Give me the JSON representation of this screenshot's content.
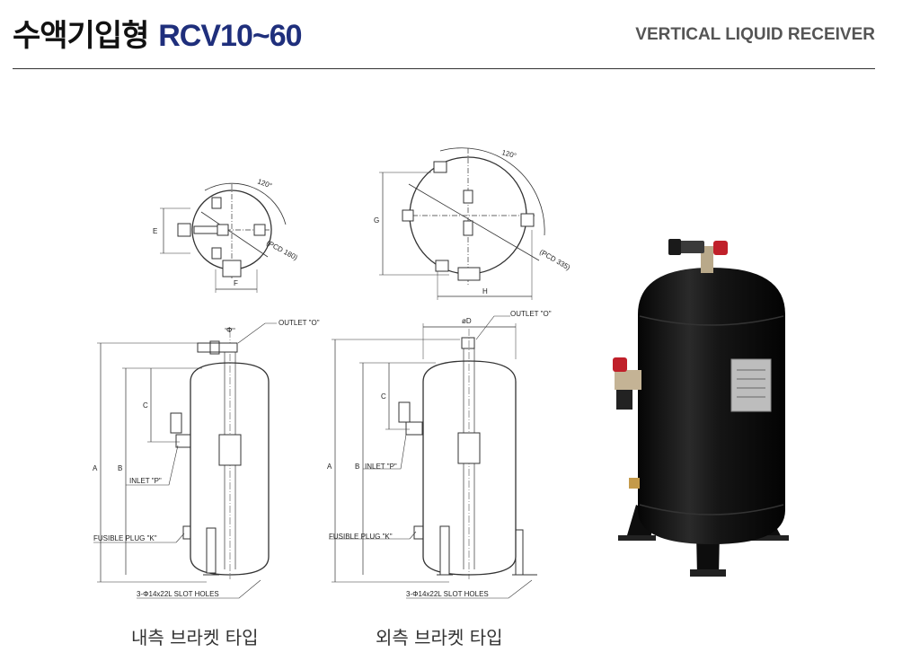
{
  "header": {
    "title_ko": "수액기입형",
    "title_model": "RCV10~60",
    "title_en": "VERTICAL LIQUID RECEIVER"
  },
  "inner_top": {
    "angle": "120°",
    "pcd": "(PCD 180)",
    "e": "E",
    "f": "F"
  },
  "outer_top": {
    "angle": "120°",
    "pcd": "(PCD 335)",
    "g": "G",
    "h": "H"
  },
  "inner_side": {
    "outlet": "OUTLET \"O\"",
    "inlet": "INLET \"P\"",
    "fusible": "FUSIBLE PLUG \"K\"",
    "slot": "3-Φ14x22L SLOT HOLES",
    "a": "A",
    "b": "B",
    "c": "C",
    "phi": "Φ"
  },
  "outer_side": {
    "outlet": "OUTLET \"O\"",
    "inlet": "INLET \"P\"",
    "fusible": "FUSIBLE PLUG \"K\"",
    "slot": "3-Φ14x22L SLOT HOLES",
    "a": "A",
    "b": "B",
    "c": "C",
    "od": "øD"
  },
  "captions": {
    "inner": "내측 브라켓 타입",
    "outer": "외측 브라켓 타입"
  }
}
